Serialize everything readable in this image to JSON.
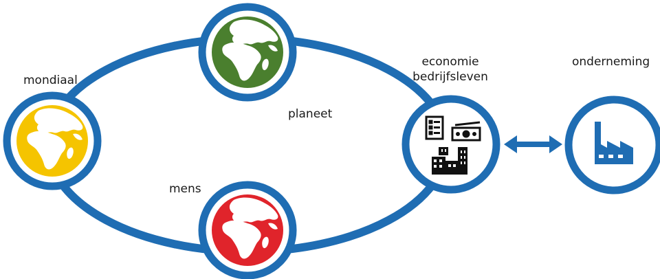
{
  "labels": {
    "mondiaal": "mondiaal",
    "planeet": "planeet",
    "mens": "mens",
    "economie_line1": "economie",
    "economie_line2": "bedrijfsleven",
    "onderneming": "onderneming"
  },
  "colors": {
    "ring": "#1f6db3",
    "globe_yellow": "#f5c400",
    "globe_green": "#4a7f2e",
    "globe_red": "#e0242b",
    "icon_dark": "#111111",
    "factory": "#1f6db3"
  },
  "icons": [
    "globe-icon",
    "document-icon",
    "banknote-icon",
    "buildings-icon",
    "factory-icon",
    "double-arrow-icon"
  ]
}
